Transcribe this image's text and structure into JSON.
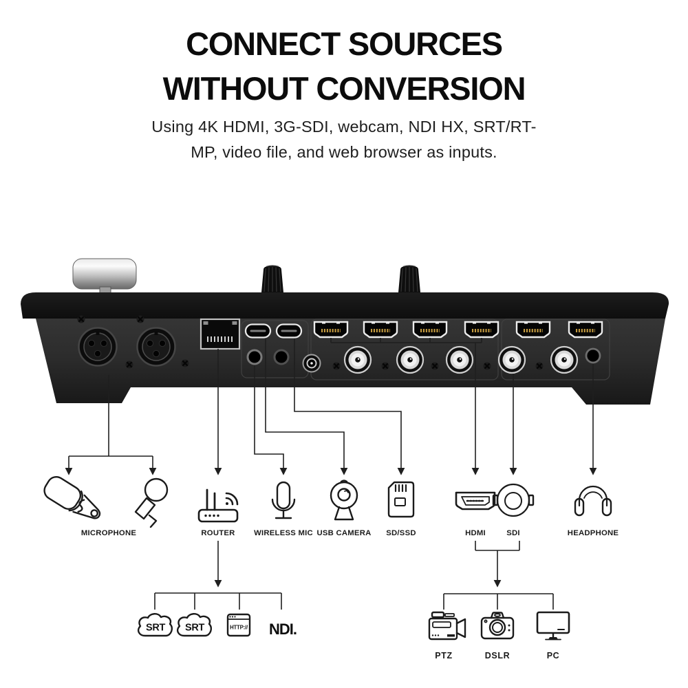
{
  "header": {
    "title_line1": "CONNECT SOURCES",
    "title_line2": "WITHOUT CONVERSION",
    "subtitle_line1": "Using 4K HDMI, 3G-SDI, webcam, NDI HX, SRT/RT-",
    "subtitle_line2": "MP, video file, and web browser as inputs."
  },
  "diagram": {
    "port_labels": [
      "MICROPHONE",
      "ROUTER",
      "WIRELESS MIC",
      "USB CAMERA",
      "SD/SSD",
      "HDMI",
      "SDI",
      "HEADPHONE"
    ],
    "network_sources": [
      "SRT",
      "SRT",
      "HTTP://",
      "NDI."
    ],
    "video_sources": [
      "PTZ",
      "DSLR",
      "PC"
    ]
  },
  "device": {
    "type": "video switcher rear panel",
    "ports": {
      "xlr_inputs": 2,
      "ethernet": 1,
      "usb_c": 2,
      "audio_jacks_35mm": 2,
      "dc_power": 1,
      "hdmi_inputs": 6,
      "sdi_bnc": 5,
      "headphone_jack": 1
    }
  },
  "colors": {
    "background": "#ffffff",
    "title_text": "#0c0c0c",
    "line": "#1f1f1f",
    "device_body": "#272727",
    "device_top": "#141414"
  }
}
